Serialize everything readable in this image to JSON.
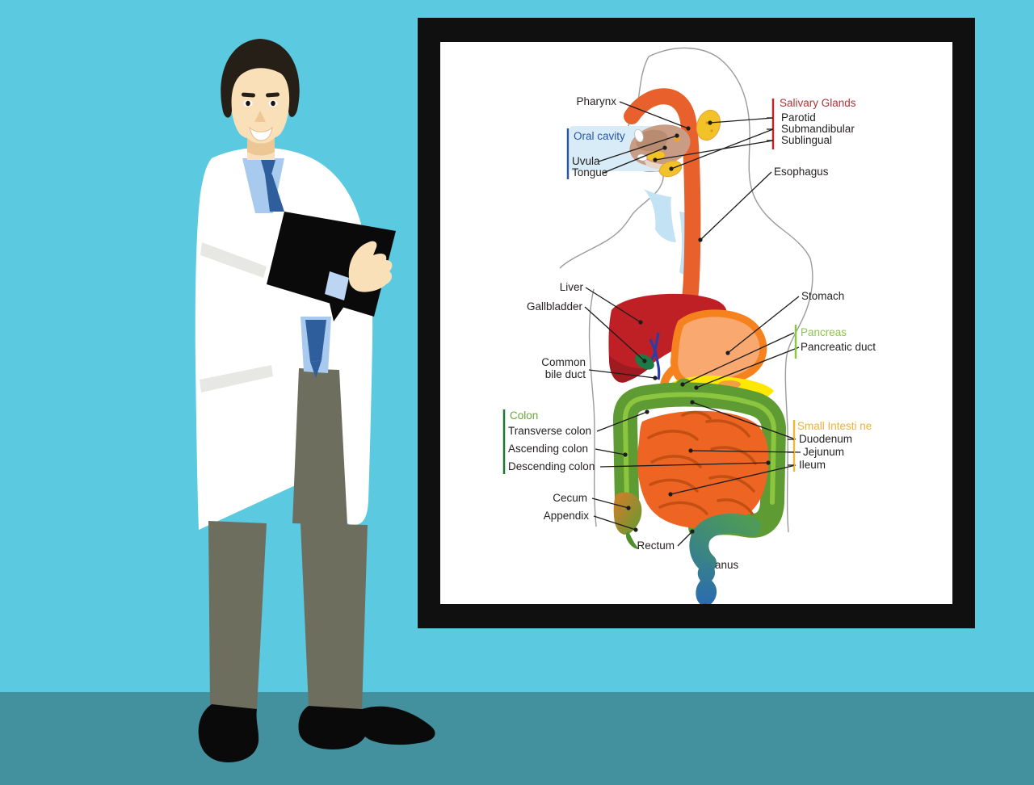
{
  "scene": {
    "background_color": "#5BC9DF",
    "floor_color": "#43919E"
  },
  "whiteboard": {
    "frame_color": "#101010",
    "surface_color": "#FFFFFF"
  },
  "diagram": {
    "labels": {
      "pharynx": "Pharynx",
      "salivary_glands": "Salivary Glands",
      "parotid": "Parotid",
      "submandibular": "Submandibular",
      "sublingual": "Sublingual",
      "oral_cavity": "Oral cavity",
      "uvula": "Uvula",
      "tongue": "Tongue",
      "esophagus": "Esophagus",
      "liver": "Liver",
      "gallbladder": "Gallbladder",
      "stomach": "Stomach",
      "pancreas": "Pancreas",
      "pancreatic_duct": "Pancreatic duct",
      "common_bile_duct_line1": "Common",
      "common_bile_duct_line2": "bile duct",
      "colon": "Colon",
      "transverse_colon": "Transverse colon",
      "ascending_colon": "Ascending colon",
      "descending_colon": "Descending colon",
      "small_intestine": "Small Intesti ne",
      "duodenum": "Duodenum",
      "jejunum": "Jejunum",
      "ileum": "Ileum",
      "cecum": "Cecum",
      "appendix": "Appendix",
      "rectum": "Rectum",
      "anus": "anus"
    },
    "group_colors": {
      "salivary_glands": "#B03338",
      "oral_cavity": "#2B55A5",
      "pancreas": "#8CC63F",
      "colon": "#6CA43F",
      "small_intestine": "#EFB233"
    },
    "organ_colors": {
      "esophagus": "#E8612C",
      "liver": "#BE2026",
      "stomach_fill": "#F9A870",
      "stomach_outline": "#F5821F",
      "gallbladder": "#1E7A44",
      "bile_duct": "#2B3EA8",
      "pancreas": "#FFE800",
      "colon": "#5E9C33",
      "small_intestine": "#ED6423",
      "salivary_gland": "#F2C229",
      "rectum_top": "#4E9B57",
      "rectum_bottom": "#2B6BB0"
    }
  },
  "doctor": {
    "coat_color": "#FFFFFF",
    "shirt_color": "#A9CAEF",
    "tie_color": "#2E5F9C",
    "skin_color": "#F9E0B8",
    "hair_color": "#261F17",
    "pants_color": "#6E6E5F",
    "shoe_color": "#0A0A0A",
    "clipboard_color": "#0A0A0A"
  }
}
